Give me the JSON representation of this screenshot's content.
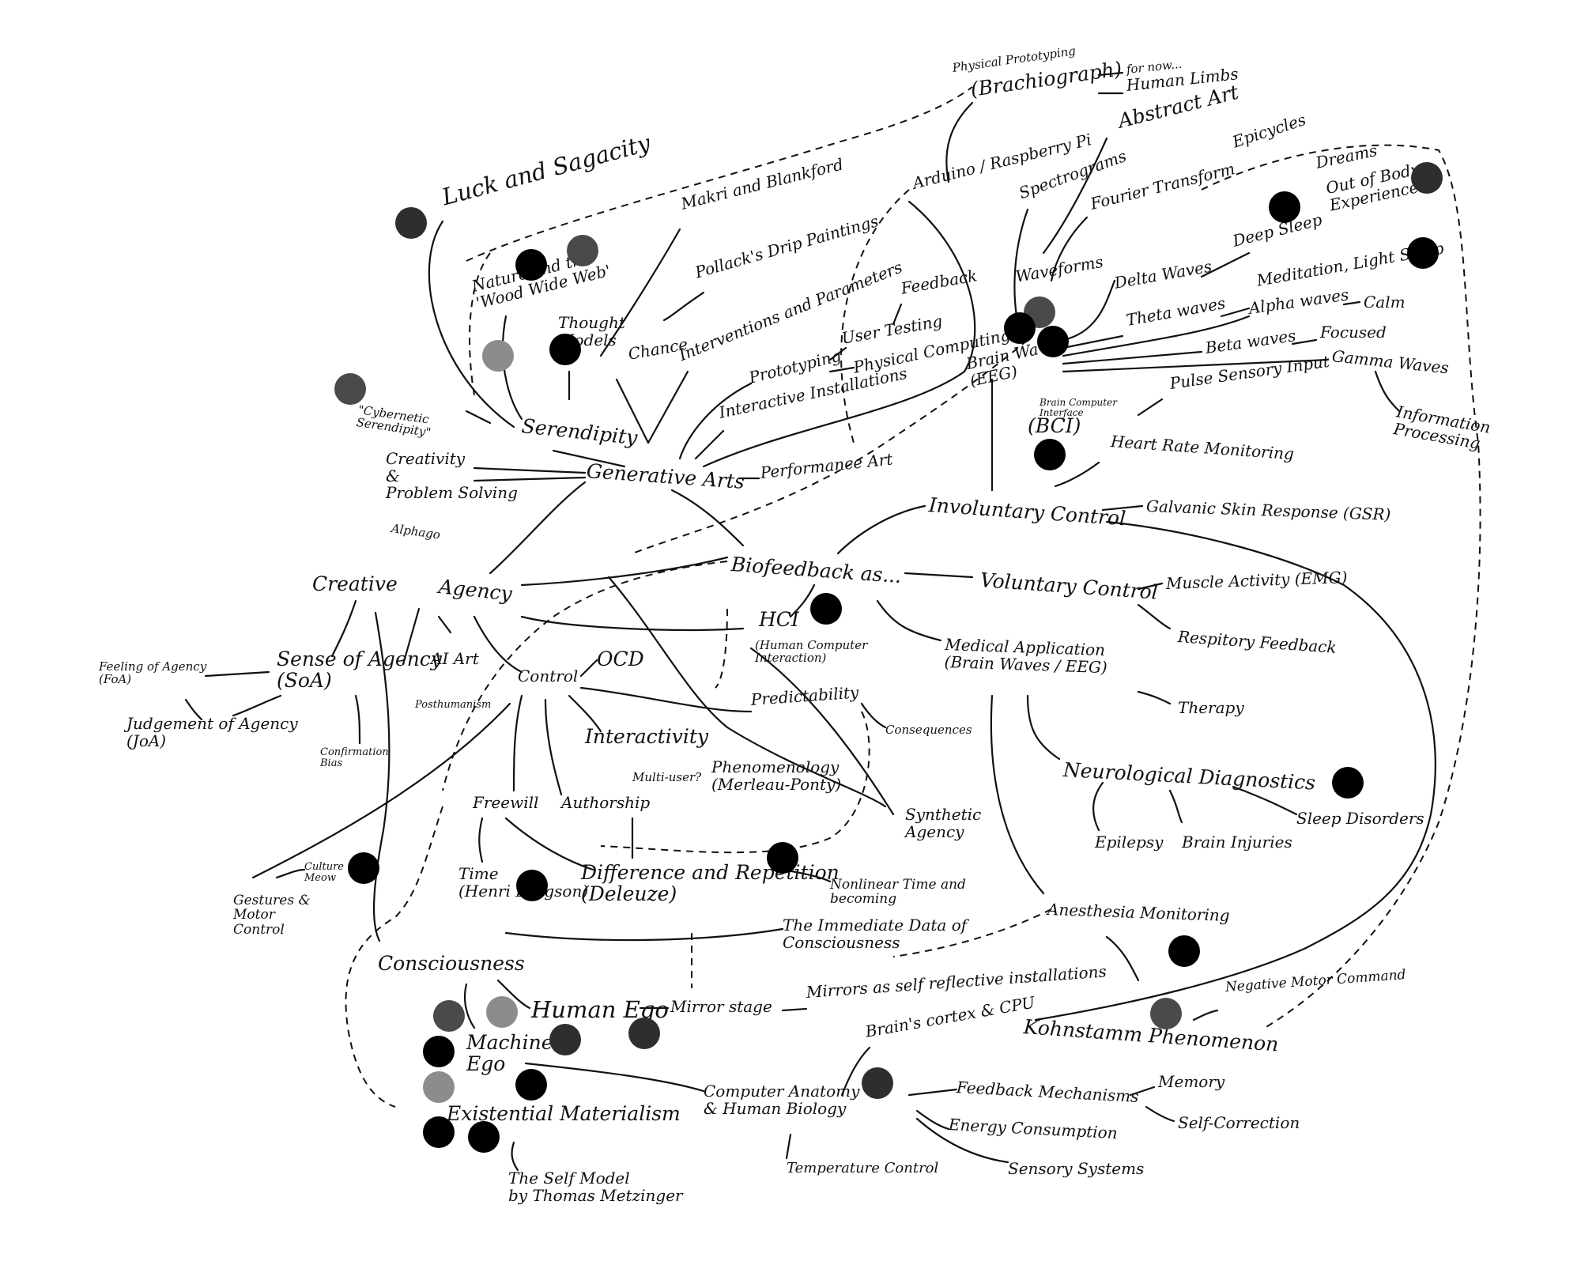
{
  "colors": {
    "ink": "#111111",
    "dot_black": "#000000",
    "dot_dark": "#2e2e2e",
    "dot_mid": "#4a4a4a",
    "dot_light": "#8c8c8c"
  },
  "nodes": {
    "physical_prototyping": "Physical Prototyping",
    "brachiograph": "(Brachiograph)",
    "for_now": "for now...",
    "human_limbs": "Human Limbs",
    "abstract_art": "Abstract Art",
    "arduino": "Arduino / Raspberry Pi",
    "epicycles": "Epicycles",
    "spectrograms": "Spectrograms",
    "fourier": "Fourier Transform",
    "dreams": "Dreams",
    "out_of_body": "Out of Body\nExperiences",
    "luck": "Luck and Sagacity",
    "makri": "Makri and Blankford",
    "pollock": "Pollack's Drip Paintings",
    "deep_sleep": "Deep Sleep",
    "nature": "Nature and the\n'Wood Wide Web'",
    "thought_models": "Thought\nModels",
    "chance": "Chance",
    "interventions": "Interventions and Parameters",
    "feedback": "Feedback",
    "waveforms": "Waveforms",
    "delta": "Delta Waves",
    "meditation": "Meditation, Light Sleep",
    "theta": "Theta waves",
    "alpha": "Alpha waves",
    "calm": "Calm",
    "user_testing": "User Testing",
    "prototyping": "Prototyping",
    "physical_computing": "Physical Computing",
    "brain_waves": "Brain Waves\n(EEG)",
    "beta": "Beta waves",
    "focused": "Focused",
    "gamma": "Gamma Waves",
    "cybernetic": "\"Cybernetic\nSerendipity\"",
    "serendipity": "Serendipity",
    "pulse": "Pulse Sensory Input",
    "bci_note": "Brain Computer\nInterface",
    "bci": "(BCI)",
    "interactive_installations": "Interactive Installations",
    "information_processing": "Information\nProcessing",
    "heart_rate": "Heart Rate Monitoring",
    "creativity": "Creativity\n&\nProblem Solving",
    "generative_arts": "Generative Arts",
    "performance_art": "Performance Art",
    "alphago": "Alphago",
    "involuntary": "Involuntary Control",
    "gsr": "Galvanic Skin Response (GSR)",
    "biofeedback": "Biofeedback as...",
    "creative": "Creative",
    "agency": "Agency",
    "voluntary": "Voluntary Control",
    "muscle": "Muscle Activity (EMG)",
    "hci": "HCI",
    "hci_full": "(Human Computer\nInteraction)",
    "respitory": "Respitory Feedback",
    "feeling_agency": "Feeling of Agency\n(FoA)",
    "soa": "Sense of Agency\n(SoA)",
    "ai_art": "AI Art",
    "control": "Control",
    "ocd": "OCD",
    "medical": "Medical Application\n(Brain Waves / EEG)",
    "judgement": "Judgement of Agency\n(JoA)",
    "posthumanism": "Posthumanism",
    "predictability": "Predictability",
    "therapy": "Therapy",
    "consequences": "Consequences",
    "confirmation_bias": "Confirmation\nBias",
    "interactivity": "Interactivity",
    "multi_user": "Multi-user?",
    "phenomenology": "Phenomenology\n(Merleau-Ponty)",
    "neurological": "Neurological Diagnostics",
    "freewill": "Freewill",
    "authorship": "Authorship",
    "synthetic_agency": "Synthetic\nAgency",
    "epilepsy": "Epilepsy",
    "brain_injuries": "Brain Injuries",
    "sleep_disorders": "Sleep Disorders",
    "culture_meow": "Culture\nMeow",
    "time": "Time\n(Henri Bergson)",
    "difference": "Difference and Repetition\n(Deleuze)",
    "nonlinear": "Nonlinear Time and\nbecoming",
    "gestures": "Gestures &\nMotor\nControl",
    "anesthesia": "Anesthesia Monitoring",
    "immediate_data": "The Immediate Data of\nConsciousness",
    "consciousness": "Consciousness",
    "mirrors": "Mirrors as self reflective installations",
    "negative_motor": "Negative Motor Command",
    "human_ego": "Human Ego",
    "mirror_stage": "Mirror stage",
    "brains_cortex": "Brain's cortex & CPU",
    "kohnstamm": "Kohnstamm Phenomenon",
    "machine_ego": "Machine\nEgo",
    "memory": "Memory",
    "computer_anatomy": "Computer Anatomy\n& Human Biology",
    "feedback_mechanisms": "Feedback Mechanisms",
    "existential": "Existential Materialism",
    "energy": "Energy Consumption",
    "self_correction": "Self-Correction",
    "temperature": "Temperature Control",
    "sensory": "Sensory Systems",
    "self_model": "The Self Model\nby Thomas Metzinger"
  }
}
